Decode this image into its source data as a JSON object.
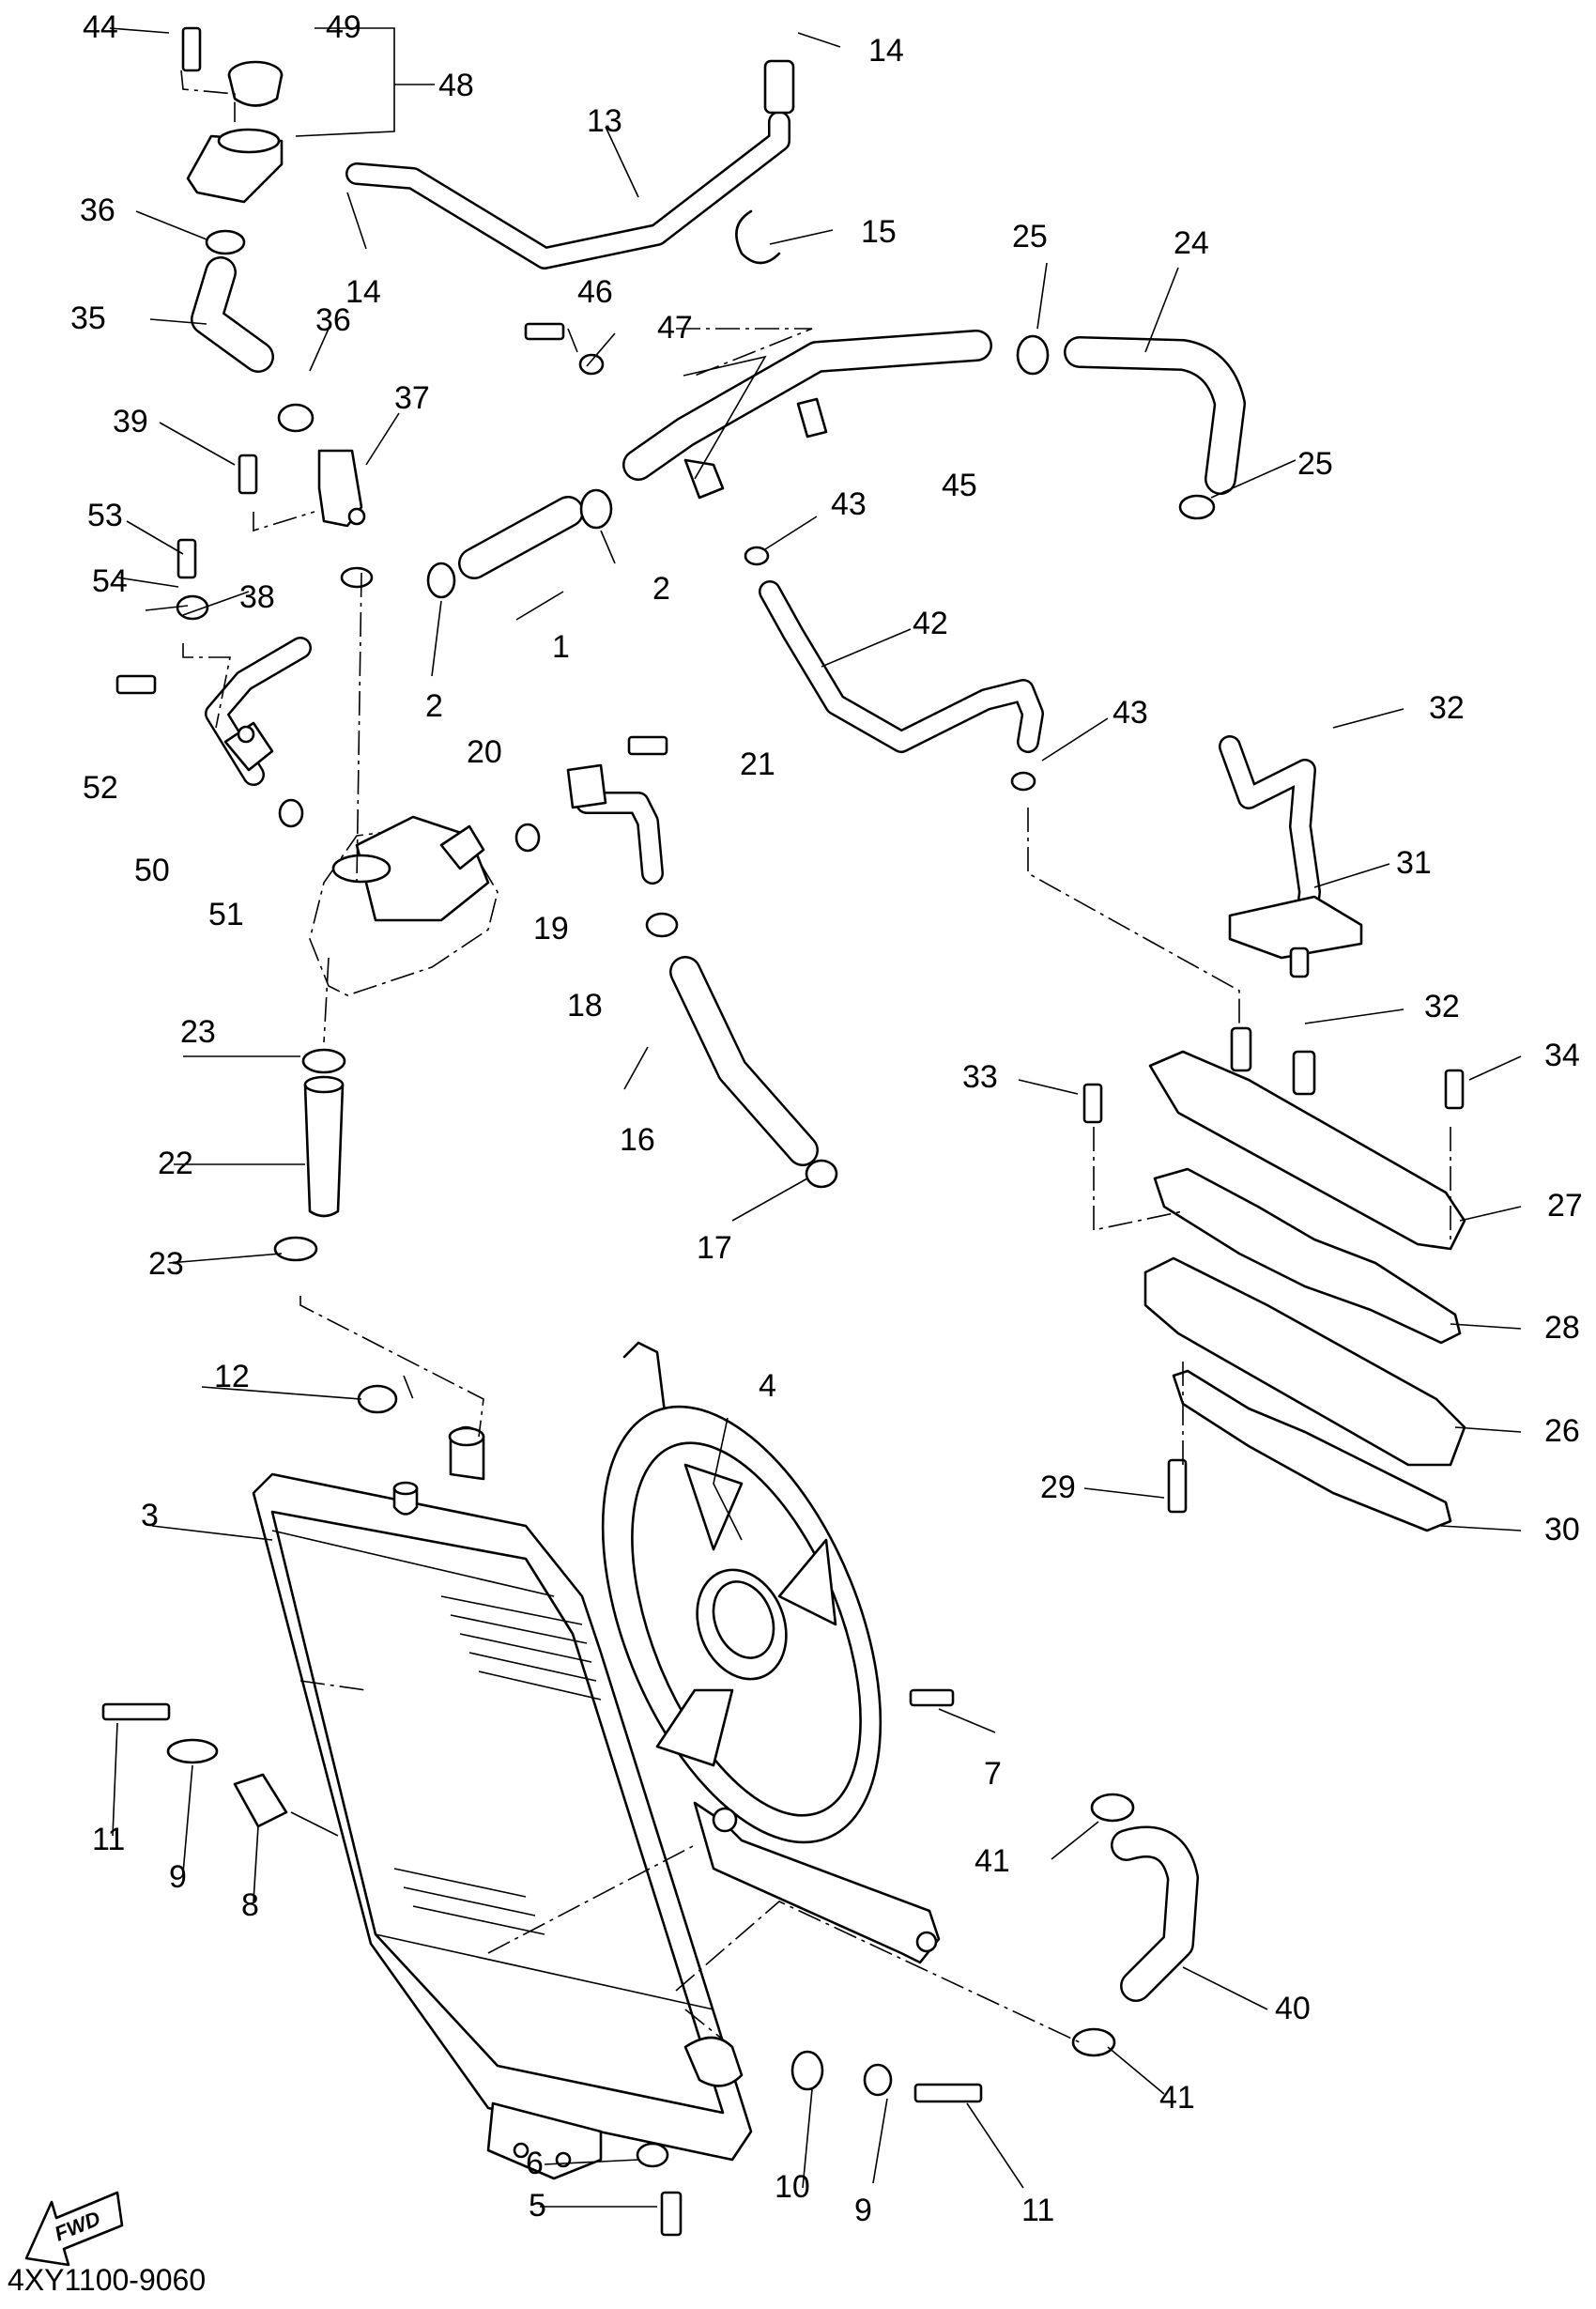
{
  "diagram_code": "4XY1100-9060",
  "fwd_label": "FWD",
  "callouts": [
    {
      "n": "1"
    },
    {
      "n": "2"
    },
    {
      "n": "2"
    },
    {
      "n": "3"
    },
    {
      "n": "4"
    },
    {
      "n": "5"
    },
    {
      "n": "6"
    },
    {
      "n": "7"
    },
    {
      "n": "8"
    },
    {
      "n": "9"
    },
    {
      "n": "9"
    },
    {
      "n": "10"
    },
    {
      "n": "11"
    },
    {
      "n": "11"
    },
    {
      "n": "12"
    },
    {
      "n": "13"
    },
    {
      "n": "14"
    },
    {
      "n": "14"
    },
    {
      "n": "15"
    },
    {
      "n": "16"
    },
    {
      "n": "17"
    },
    {
      "n": "18"
    },
    {
      "n": "19"
    },
    {
      "n": "20"
    },
    {
      "n": "21"
    },
    {
      "n": "22"
    },
    {
      "n": "23"
    },
    {
      "n": "23"
    },
    {
      "n": "24"
    },
    {
      "n": "25"
    },
    {
      "n": "25"
    },
    {
      "n": "26"
    },
    {
      "n": "27"
    },
    {
      "n": "28"
    },
    {
      "n": "29"
    },
    {
      "n": "30"
    },
    {
      "n": "31"
    },
    {
      "n": "32"
    },
    {
      "n": "32"
    },
    {
      "n": "33"
    },
    {
      "n": "34"
    },
    {
      "n": "35"
    },
    {
      "n": "36"
    },
    {
      "n": "36"
    },
    {
      "n": "37"
    },
    {
      "n": "38"
    },
    {
      "n": "39"
    },
    {
      "n": "40"
    },
    {
      "n": "41"
    },
    {
      "n": "41"
    },
    {
      "n": "42"
    },
    {
      "n": "43"
    },
    {
      "n": "43"
    },
    {
      "n": "44"
    },
    {
      "n": "45"
    },
    {
      "n": "46"
    },
    {
      "n": "47"
    },
    {
      "n": "48"
    },
    {
      "n": "49"
    },
    {
      "n": "50"
    },
    {
      "n": "51"
    },
    {
      "n": "52"
    },
    {
      "n": "53"
    },
    {
      "n": "54"
    }
  ]
}
